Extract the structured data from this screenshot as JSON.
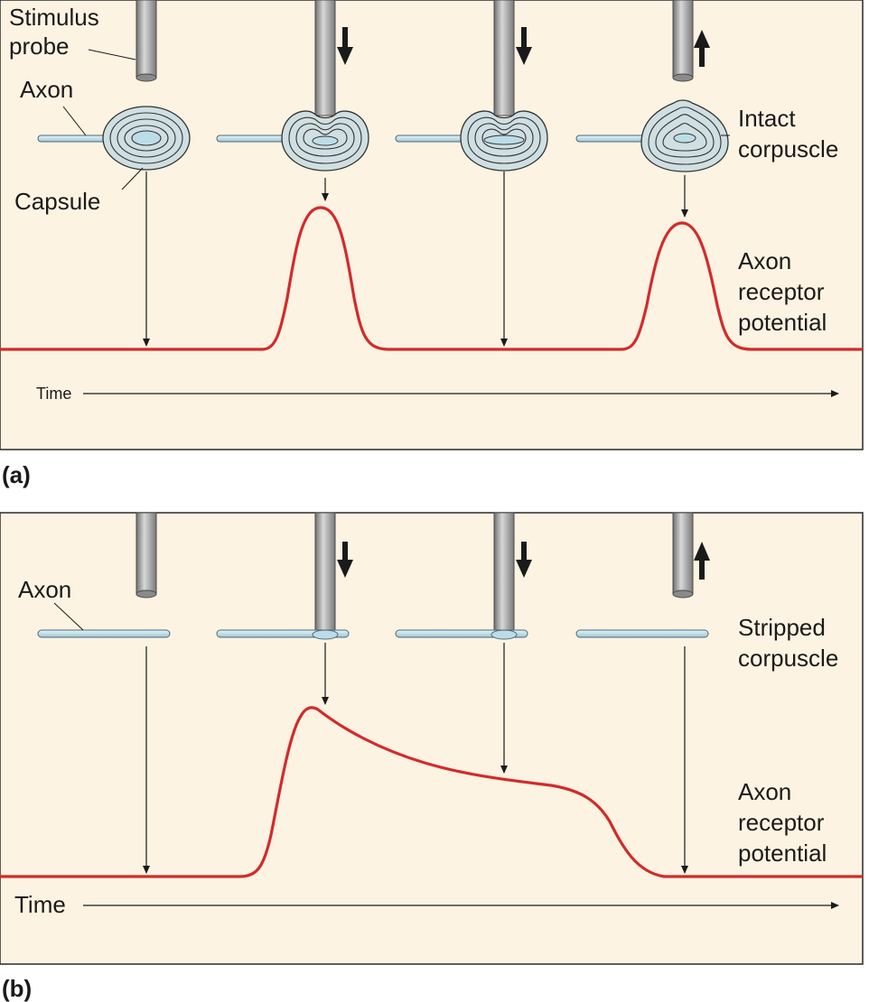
{
  "panel_a": {
    "letter": "(a)",
    "labels": {
      "stimulus_line1": "Stimulus",
      "stimulus_line2": "probe",
      "axon": "Axon",
      "capsule": "Capsule",
      "intact_line1": "Intact",
      "intact_line2": "corpuscle",
      "receptor_line1": "Axon",
      "receptor_line2": "receptor",
      "receptor_line3": "potential",
      "time": "Time"
    }
  },
  "panel_b": {
    "letter": "(b)",
    "labels": {
      "axon": "Axon",
      "stripped_line1": "Stripped",
      "stripped_line2": "corpuscle",
      "receptor_line1": "Axon",
      "receptor_line2": "receptor",
      "receptor_line3": "potential",
      "time": "Time"
    }
  },
  "colors": {
    "panel_bg": "#fdf3e2",
    "potential_trace": "#d42a2a",
    "axon_fill": "#bcdde8",
    "capsule_fill": "#cfdfe2",
    "probe_gray": "#9a9a9a"
  }
}
